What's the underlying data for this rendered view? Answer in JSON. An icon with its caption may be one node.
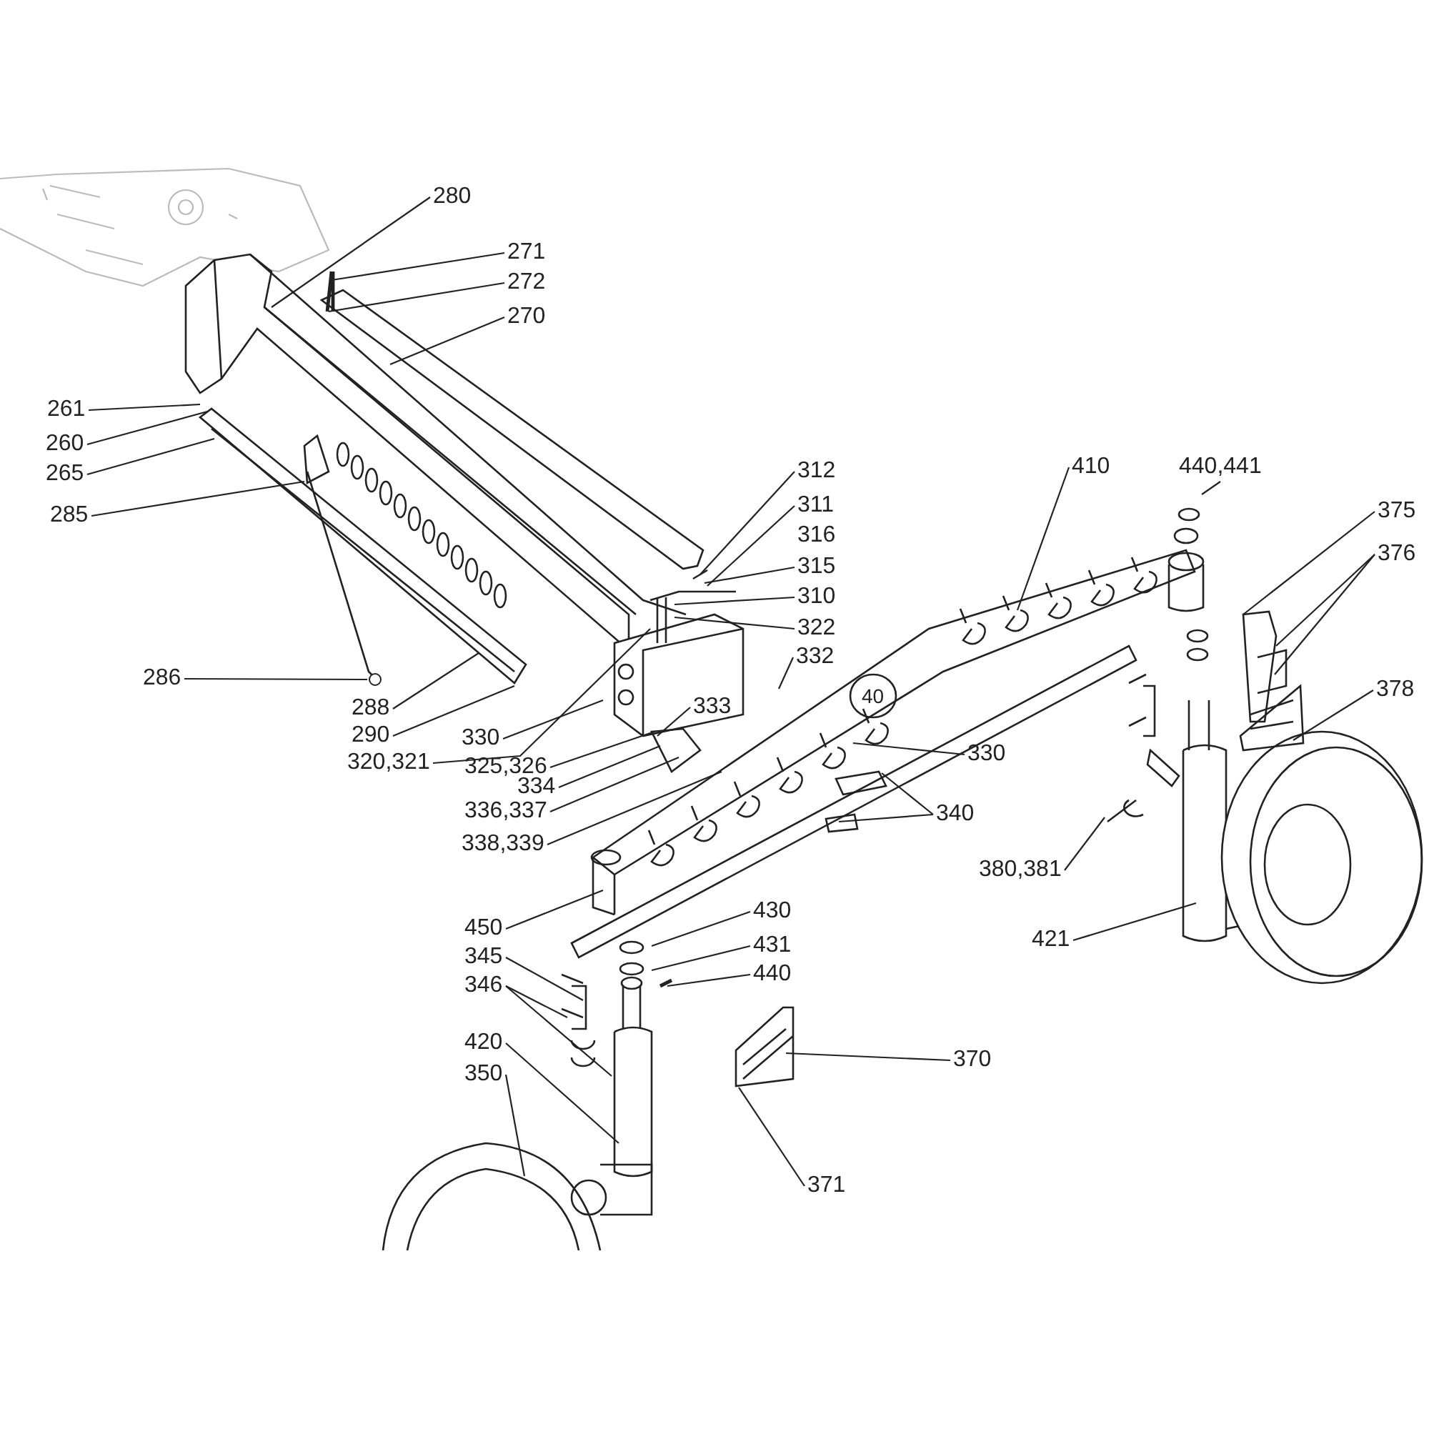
{
  "diagram": {
    "nodes": [
      {
        "text": [
          "280"
        ]
      },
      {
        "text": [
          "271"
        ]
      },
      {
        "text": [
          "272"
        ]
      },
      {
        "text": [
          "270"
        ]
      },
      {
        "text": [
          "261"
        ]
      },
      {
        "text": [
          "260"
        ]
      },
      {
        "text": [
          "265"
        ]
      },
      {
        "text": [
          "285"
        ]
      },
      {
        "text": [
          "312"
        ]
      },
      {
        "text": [
          "311"
        ]
      },
      {
        "text": [
          "315"
        ]
      },
      {
        "text": [
          "310"
        ]
      },
      {
        "text": [
          "322"
        ]
      },
      {
        "text": [
          "332"
        ]
      },
      {
        "text": [
          "410"
        ]
      },
      {
        "text": [
          "440,441"
        ]
      },
      {
        "text": [
          "375"
        ]
      },
      {
        "text": [
          "376"
        ]
      },
      {
        "text": [
          "286"
        ]
      },
      {
        "text": [
          "288"
        ]
      },
      {
        "text": [
          "290"
        ]
      },
      {
        "text": [
          "333"
        ]
      },
      {
        "text": [
          "378"
        ]
      },
      {
        "text": [
          "330"
        ]
      },
      {
        "text": [
          "330"
        ]
      },
      {
        "text": [
          "320,321"
        ]
      },
      {
        "text": [
          "325,326"
        ]
      },
      {
        "text": [
          "334"
        ]
      },
      {
        "text": [
          "336,337"
        ]
      },
      {
        "text": [
          "340"
        ]
      },
      {
        "text": [
          "338,339"
        ]
      },
      {
        "text": [
          "380,381"
        ]
      },
      {
        "text": [
          "430"
        ]
      },
      {
        "text": [
          "450"
        ]
      },
      {
        "text": [
          "421"
        ]
      },
      {
        "text": [
          "431"
        ]
      },
      {
        "text": [
          "345"
        ]
      },
      {
        "text": [
          "440"
        ]
      },
      {
        "text": [
          "346"
        ]
      },
      {
        "text": [
          "420"
        ]
      },
      {
        "text": [
          "370"
        ]
      },
      {
        "text": [
          "350"
        ]
      },
      {
        "text": [
          "371"
        ]
      },
      {
        "text": [],
        "shape": "circle"
      }
    ],
    "edges": [
      {
        "from": 0,
        "to": null,
        "arrow": "none"
      },
      {
        "from": 1,
        "to": null,
        "arrow": "none"
      },
      {
        "from": 2,
        "to": null,
        "arrow": "none"
      },
      {
        "from": 3,
        "to": null,
        "arrow": "none"
      },
      {
        "from": 4,
        "to": null,
        "arrow": "none"
      },
      {
        "from": 5,
        "to": null,
        "arrow": "none"
      },
      {
        "from": 6,
        "to": null,
        "arrow": "none"
      },
      {
        "from": 7,
        "to": null,
        "arrow": "none"
      },
      {
        "from": 8,
        "to": null,
        "arrow": "none"
      },
      {
        "from": 9,
        "to": null,
        "arrow": "none"
      },
      {
        "from": 10,
        "to": null,
        "arrow": "none"
      },
      {
        "from": 11,
        "to": null,
        "arrow": "none"
      },
      {
        "from": 12,
        "to": null,
        "arrow": "none"
      },
      {
        "from": 13,
        "to": null,
        "arrow": "none"
      },
      {
        "from": 14,
        "to": null,
        "arrow": "none"
      },
      {
        "from": 15,
        "to": null,
        "arrow": "none"
      },
      {
        "from": 16,
        "to": null,
        "arrow": "none"
      },
      {
        "from": 17,
        "to": null,
        "arrow": "none"
      },
      {
        "from": 17,
        "to": null,
        "arrow": "none"
      },
      {
        "from": 18,
        "to": 43,
        "arrow": "none"
      },
      {
        "from": 19,
        "to": null,
        "arrow": "none"
      },
      {
        "from": 20,
        "to": null,
        "arrow": "none"
      },
      {
        "from": 21,
        "to": null,
        "arrow": "none"
      },
      {
        "from": 22,
        "to": null,
        "arrow": "none"
      },
      {
        "from": 23,
        "to": null,
        "arrow": "none"
      },
      {
        "from": 24,
        "to": null,
        "arrow": "none"
      },
      {
        "from": 25,
        "to": null,
        "arrow": "none"
      },
      {
        "from": 26,
        "to": null,
        "arrow": "none"
      },
      {
        "from": 27,
        "to": null,
        "arrow": "none"
      },
      {
        "from": 28,
        "to": null,
        "arrow": "none"
      },
      {
        "from": 29,
        "to": null,
        "arrow": "none"
      },
      {
        "from": 29,
        "to": null,
        "arrow": "none"
      },
      {
        "from": 30,
        "to": null,
        "arrow": "none"
      },
      {
        "from": 31,
        "to": null,
        "arrow": "none"
      },
      {
        "from": 32,
        "to": null,
        "arrow": "none"
      },
      {
        "from": 33,
        "to": null,
        "arrow": "none"
      },
      {
        "from": 34,
        "to": null,
        "arrow": "none"
      },
      {
        "from": 35,
        "to": null,
        "arrow": "none"
      },
      {
        "from": 36,
        "to": null,
        "arrow": "none"
      },
      {
        "from": 37,
        "to": null,
        "arrow": "none"
      },
      {
        "from": 38,
        "to": null,
        "arrow": "none"
      },
      {
        "from": 38,
        "to": null,
        "arrow": "none"
      },
      {
        "from": 39,
        "to": null,
        "arrow": "none"
      },
      {
        "from": 40,
        "to": null,
        "arrow": "none"
      },
      {
        "from": 41,
        "to": null,
        "arrow": "none"
      },
      {
        "from": 42,
        "to": null,
        "arrow": "none"
      }
    ],
    "labels": [
      "316",
      "40"
    ]
  }
}
